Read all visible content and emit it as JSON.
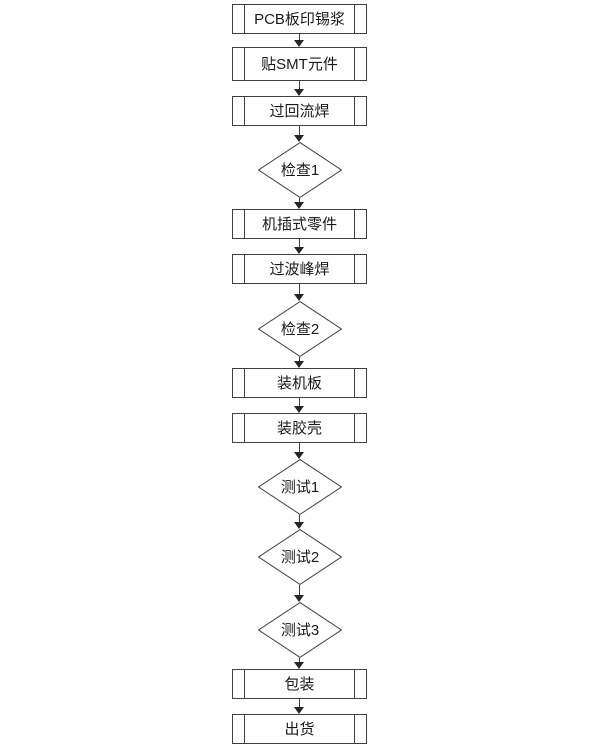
{
  "flowchart": {
    "direction": "top-down",
    "colors": {
      "line": "#404040",
      "arrowhead": "#262626",
      "shape_fill": "#ffffff",
      "text": "#1a1a1a",
      "background": "#ffffff"
    },
    "nodes": [
      {
        "type": "process",
        "label": "PCB板印锡浆"
      },
      {
        "type": "process",
        "label": "贴SMT元件"
      },
      {
        "type": "process",
        "label": "过回流焊"
      },
      {
        "type": "decision",
        "label": "检查1"
      },
      {
        "type": "process",
        "label": "机插式零件"
      },
      {
        "type": "process",
        "label": "过波峰焊"
      },
      {
        "type": "decision",
        "label": "检查2"
      },
      {
        "type": "process",
        "label": "装机板"
      },
      {
        "type": "process",
        "label": "装胶壳"
      },
      {
        "type": "decision",
        "label": "测试1"
      },
      {
        "type": "decision",
        "label": "测试2"
      },
      {
        "type": "decision",
        "label": "测试3"
      },
      {
        "type": "process",
        "label": "包装"
      },
      {
        "type": "process",
        "label": "出货"
      }
    ],
    "edges": [
      "1→2",
      "2→3",
      "3→4",
      "4→5",
      "5→6",
      "6→7",
      "7→8",
      "8→9",
      "9→10",
      "10→11",
      "11→12",
      "12→13",
      "13→14"
    ]
  }
}
